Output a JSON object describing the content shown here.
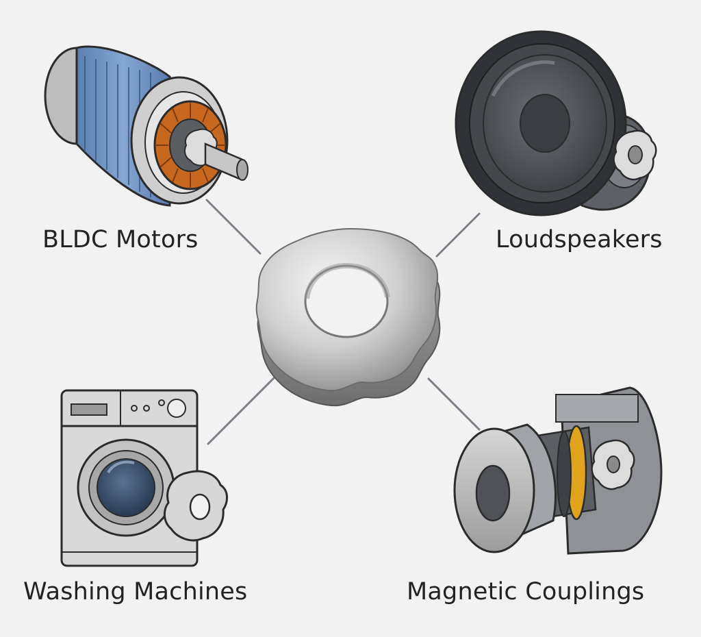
{
  "labels": {
    "bldc": "BLDC Motors",
    "speakers": "Loudspeakers",
    "washing": "Washing Machines",
    "couplings": "Magnetic Couplings"
  },
  "colors": {
    "background": "#f2f2f2",
    "outline": "#2b2b2b",
    "motor_blue": "#6b8fc0",
    "copper": "#c8681e",
    "magnet_silver": "#c9c9c9",
    "speaker_dark": "#4a4d52",
    "coupling_yellow": "#e0a31c",
    "connector": "#7a7f85"
  },
  "icons": [
    "central-magnet-icon",
    "bldc-motor-icon",
    "loudspeaker-icon",
    "washing-machine-icon",
    "magnetic-coupling-icon"
  ]
}
